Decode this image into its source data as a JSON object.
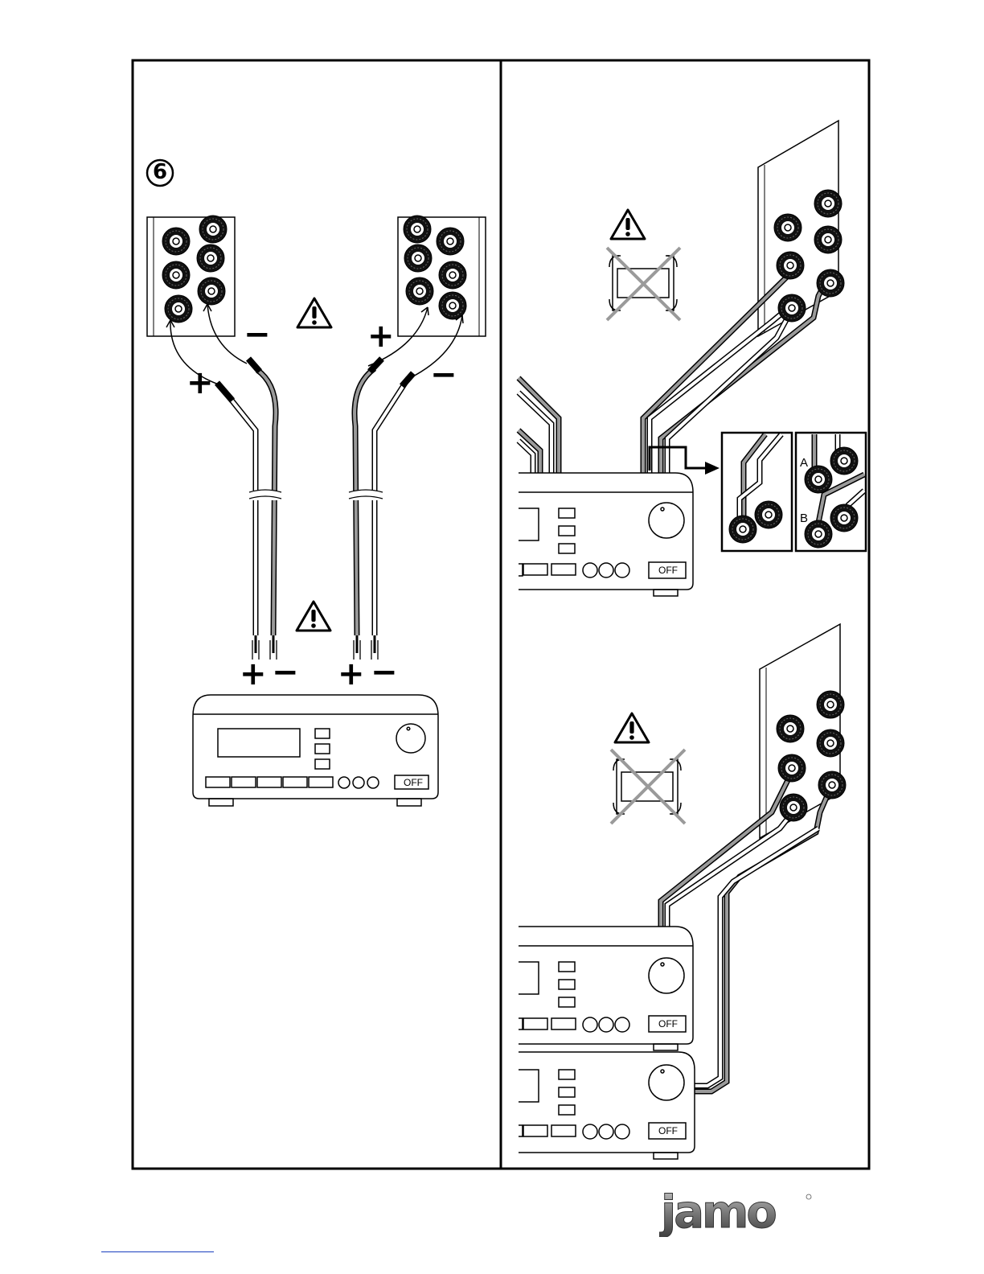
{
  "step_number": "6",
  "left_panel": {
    "wire_labels_top": {
      "left_minus": "−",
      "left_plus": "+",
      "right_plus": "+",
      "right_minus": "−"
    },
    "wire_labels_bottom": [
      "+",
      "−",
      "+",
      "−"
    ],
    "amplifier": {
      "power_button": "OFF"
    }
  },
  "right_panel": {
    "upper": {
      "amplifier_power_button": "OFF",
      "detail_label_a": "A",
      "detail_label_b": "B"
    },
    "lower": {
      "amplifier_top_power_button": "OFF",
      "amplifier_bottom_power_button": "OFF"
    }
  },
  "brand": {
    "logo_text": "jamo"
  },
  "colors": {
    "line": "#000000",
    "wire_gray": "#9a9a9a",
    "forbidden_cross": "#9a9a9a",
    "logo_silver": "#8a8a8a"
  }
}
